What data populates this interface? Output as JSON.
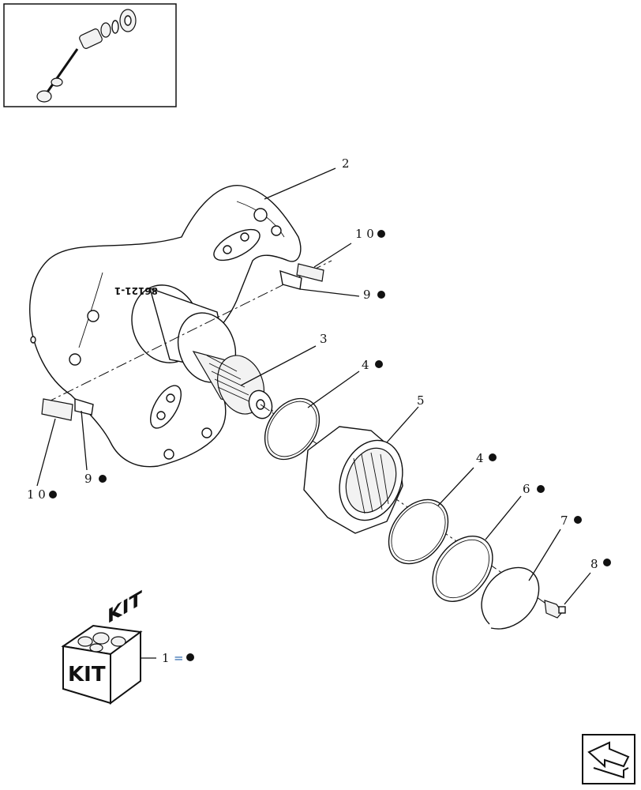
{
  "callouts": {
    "c2": "2",
    "c3": "3",
    "c4a": "4",
    "c4b": "4",
    "c5": "5",
    "c6": "6",
    "c7": "7",
    "c8": "8",
    "c9a": "9",
    "c9b": "9",
    "c10a": "1 0",
    "c10b": "1 0",
    "c1": "1",
    "c1_eq": "="
  },
  "casting_mark": "86121-1",
  "kit_label_left": "KIT",
  "kit_label_right": "KIT",
  "colors": {
    "ink": "#111111",
    "bullet": "#111111",
    "equals": "#1f5fa8"
  },
  "icons": {
    "thumbnail": "assembly-thumbnail-icon",
    "nav": "next-page-arrow-icon"
  }
}
